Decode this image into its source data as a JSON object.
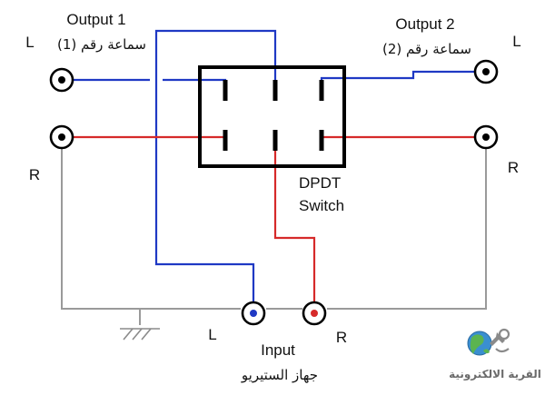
{
  "labels": {
    "output1_title": "Output 1",
    "output1_arabic": "سماعة رقم (1)",
    "output2_title": "Output 2",
    "output2_arabic": "سماعة رقم (2)",
    "left_L": "L",
    "right_L": "L",
    "left_R": "R",
    "right_R": "R",
    "switch_line1": "DPDT",
    "switch_line2": "Switch",
    "input_title": "Input",
    "input_arabic": "جهاز الستيريو",
    "input_L": "L",
    "input_R": "R"
  },
  "logo": {
    "text": "القرية الالكترونية",
    "icon": "globe-wrench-icon"
  },
  "colors": {
    "left_channel_wire": "#1f39c4",
    "right_channel_wire": "#d62a2a",
    "ground_wire": "#9a9a9a",
    "switch_outline": "#000000",
    "contact": "#000000"
  }
}
